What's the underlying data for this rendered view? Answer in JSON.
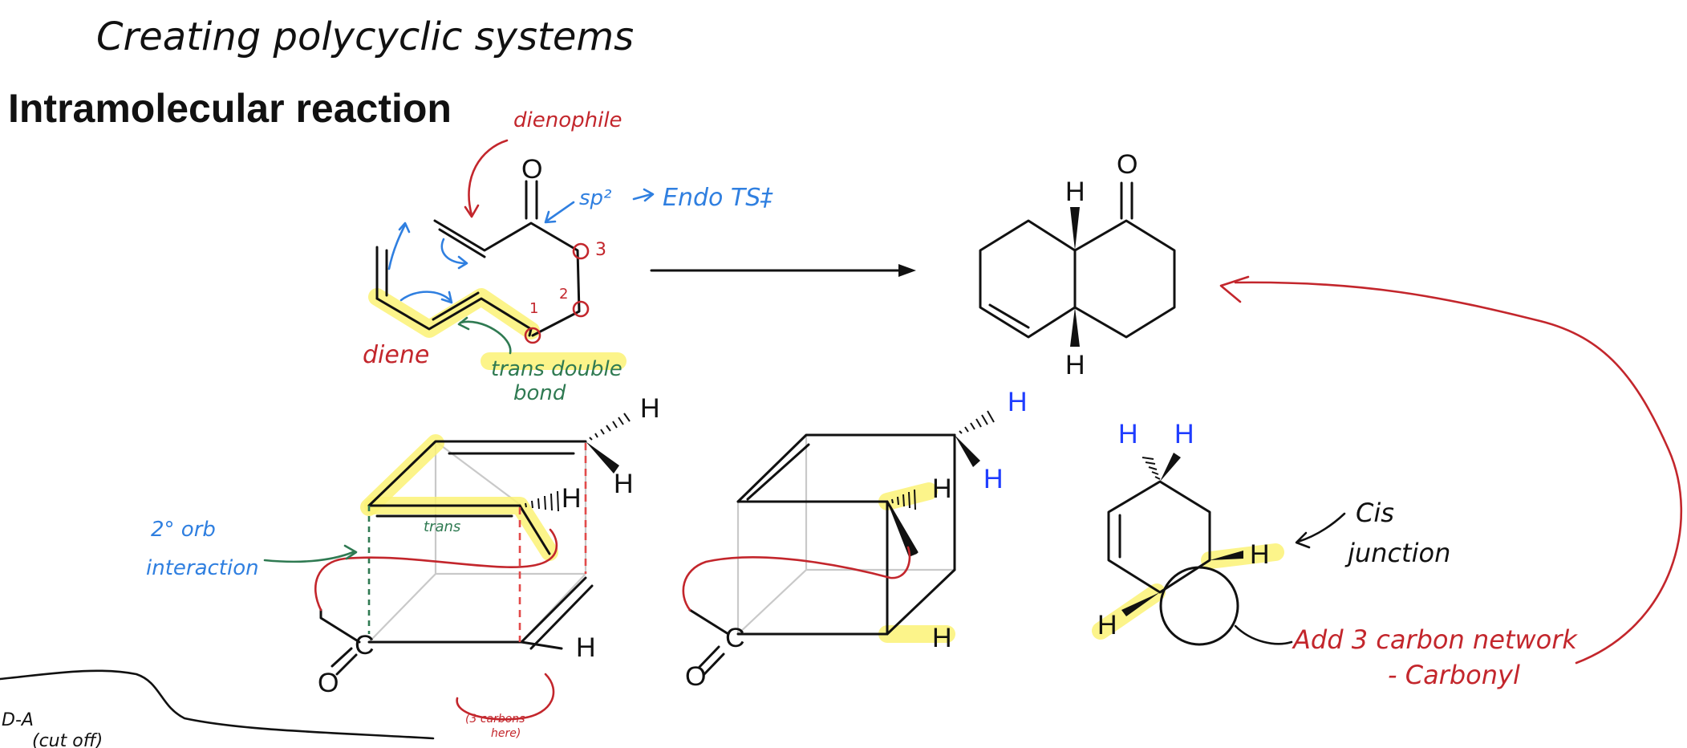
{
  "handwritten_title": "Creating polycyclic systems",
  "heading": "Intramolecular reaction",
  "atoms": {
    "O": "O",
    "H": "H",
    "C": "C"
  },
  "annotations": {
    "dienophile": "dienophile",
    "sp2": "sp²",
    "endo_ts": "Endo TS‡",
    "diene": "diene",
    "trans_double_bond_1": "trans double",
    "trans_double_bond_2": "bond",
    "num_1": "1",
    "num_2": "2",
    "num_3": "3",
    "orbital_1": "2° orb",
    "orbital_2": "interaction",
    "trans_small": "trans",
    "carbons_here_1": "(3 carbons",
    "carbons_here_2": "here)",
    "cis_1": "Cis",
    "cis_2": "junction",
    "add_carbon_1": "Add 3 carbon network",
    "add_carbon_2": "- Carbonyl",
    "da_note_1": "D-A",
    "da_note_2": "(cut off)"
  },
  "colors": {
    "ink": "#111111",
    "highlight": "#fbf276",
    "red": "#c3262c",
    "blue": "#2f7fe0",
    "green": "#2f7a52",
    "blue_h": "#1f3dff"
  }
}
